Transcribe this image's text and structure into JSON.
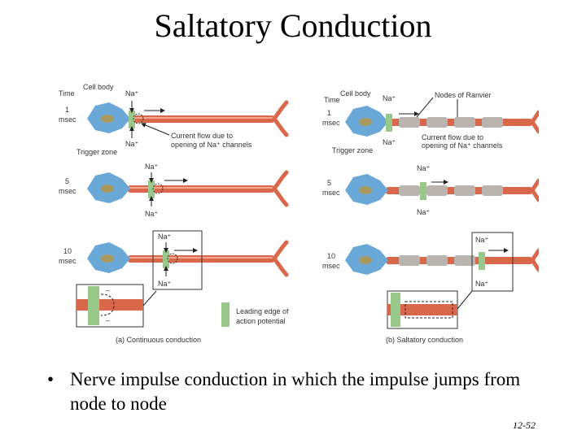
{
  "slide": {
    "title": "Saltatory Conduction",
    "bullet": "Nerve impulse conduction in which the impulse jumps from node to node",
    "bullet_symbol": "•",
    "page_number": "12-52"
  },
  "figure": {
    "left_panel": {
      "time_header": "Time",
      "cell_body": "Cell body",
      "na_plus": "Na⁺",
      "current_flow_line1": "Current flow due to",
      "current_flow_line2": "opening of Na⁺ channels",
      "trigger_zone": "Trigger zone",
      "time_rows": [
        {
          "num": "1",
          "unit": "msec"
        },
        {
          "num": "5",
          "unit": "msec"
        },
        {
          "num": "10",
          "unit": "msec"
        }
      ],
      "inset_minus": "–",
      "caption": "(a) Continuous conduction"
    },
    "right_panel": {
      "time_header": "Time",
      "cell_body": "Cell body",
      "na_plus": "Na⁺",
      "nodes_of_ranvier": "Nodes of Ranvier",
      "current_flow_line1": "Current flow due to",
      "current_flow_line2": "opening of Na⁺ channels",
      "trigger_zone": "Trigger zone",
      "time_rows": [
        {
          "num": "1",
          "unit": "msec"
        },
        {
          "num": "5",
          "unit": "msec"
        },
        {
          "num": "10",
          "unit": "msec"
        }
      ],
      "caption": "(b) Saltatory conduction"
    },
    "legend": {
      "line1": "Leading edge of",
      "line2": "action potential"
    },
    "colors": {
      "axon": "#d9674a",
      "axon_highlight": "#f2a98f",
      "soma": "#6aa8d8",
      "nucleus": "#a89a5e",
      "myelin": "#b9b4b0",
      "leading_edge": "#98c98a"
    }
  }
}
